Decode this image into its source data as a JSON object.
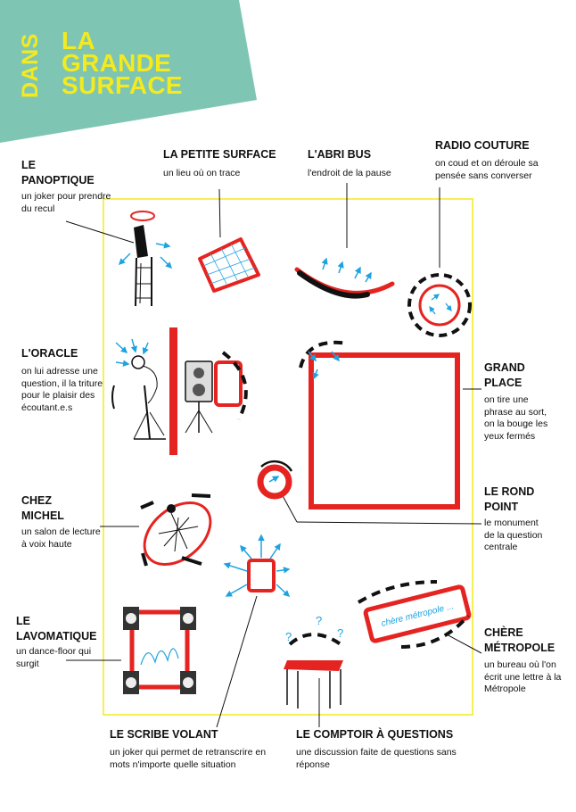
{
  "title": {
    "line_vertical": "DANS",
    "line1": "LA",
    "line2": "GRANDE",
    "line3": "SURFACE"
  },
  "colors": {
    "teal": "#7fc5b3",
    "yellow": "#f3ea1f",
    "red": "#e52421",
    "blue": "#1fa3e0",
    "black": "#111111"
  },
  "zones": {
    "panoptique": {
      "name1": "LE",
      "name2": "PANOPTIQUE",
      "desc": "un joker pour prendre du recul"
    },
    "petite_surface": {
      "name": "LA PETITE SURFACE",
      "desc": "un lieu où on trace"
    },
    "abri_bus": {
      "name": "L'ABRI BUS",
      "desc": "l'endroit de la pause"
    },
    "radio_couture": {
      "name": "RADIO COUTURE",
      "desc": "on coud et on déroule sa pensée sans converser"
    },
    "oracle": {
      "name": "L'ORACLE",
      "desc": "on lui adresse une question, il la triture pour le plaisir des écoutant.e.s"
    },
    "grand_place": {
      "name1": "GRAND",
      "name2": "PLACE",
      "desc": "on tire une phrase au sort, on la bouge les yeux fermés"
    },
    "rond_point": {
      "name1": "LE ROND",
      "name2": "POINT",
      "desc": "le monument de la question centrale"
    },
    "chez_michel": {
      "name1": "CHEZ",
      "name2": "MICHEL",
      "desc": "un salon de lecture à voix haute"
    },
    "lavomatique": {
      "name1": "LE",
      "name2": "LAVOMATIQUE",
      "desc": "un dance-floor qui surgit"
    },
    "chere_metropole": {
      "name1": "CHÈRE",
      "name2": "MÉTROPOLE",
      "desc": "un bureau où l'on écrit une lettre à la Métropole",
      "sign": "chère métropole ..."
    },
    "scribe_volant": {
      "name": "LE SCRIBE VOLANT",
      "desc": "un joker qui permet de retranscrire en mots n'importe quelle situation"
    },
    "comptoir": {
      "name": "LE COMPTOIR À QUESTIONS",
      "desc": "une discussion faite de questions sans réponse"
    }
  }
}
